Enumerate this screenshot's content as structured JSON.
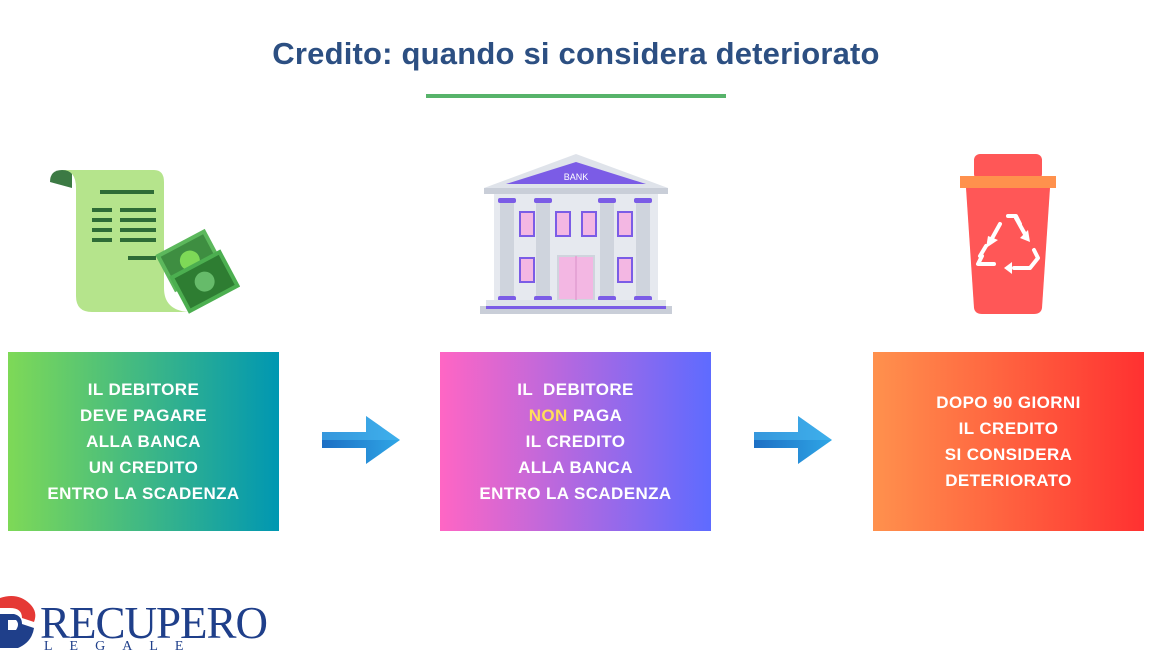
{
  "title": "Credito: quando si considera deteriorato",
  "steps": [
    {
      "icon": "scroll-money-icon",
      "lines": [
        "IL DEBITORE",
        "DEVE PAGARE",
        "ALLA BANCA",
        "UN CREDITO",
        "ENTRO LA SCADENZA"
      ]
    },
    {
      "icon": "bank-icon",
      "bank_label": "BANK",
      "line1": "IL  DEBITORE",
      "line2_highlight": "NON",
      "line2_rest": " PAGA",
      "line3": "IL CREDITO",
      "line4": "ALLA BANCA",
      "line5": "ENTRO LA SCADENZA"
    },
    {
      "icon": "trash-bin-recycle-icon",
      "lines": [
        "DOPO 90 GIORNI",
        "IL CREDITO",
        "SI CONSIDERA",
        "DETERIORATO"
      ]
    }
  ],
  "logo": {
    "name": "RECUPERO",
    "sub": "LEGALE"
  },
  "colors": {
    "title": "#2c4f82",
    "rule": "#57b36a",
    "highlight": "#ffde59"
  }
}
